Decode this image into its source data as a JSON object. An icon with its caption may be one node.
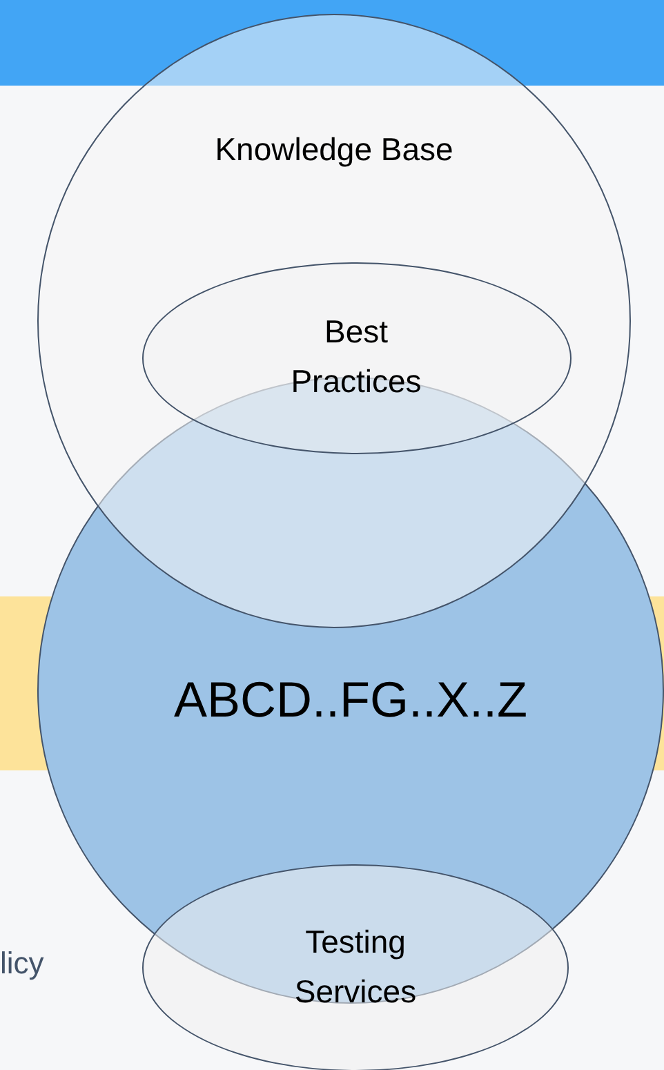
{
  "diagram": {
    "nodes": [
      {
        "text": [
          "Knowledge Base"
        ]
      },
      {
        "text": [
          "Best Practices"
        ],
        "in": 0
      },
      {
        "text": [
          "ABCD..FG..X..Z"
        ]
      },
      {
        "text": [
          "Testing Services"
        ]
      }
    ],
    "labels": [
      "licy"
    ]
  }
}
